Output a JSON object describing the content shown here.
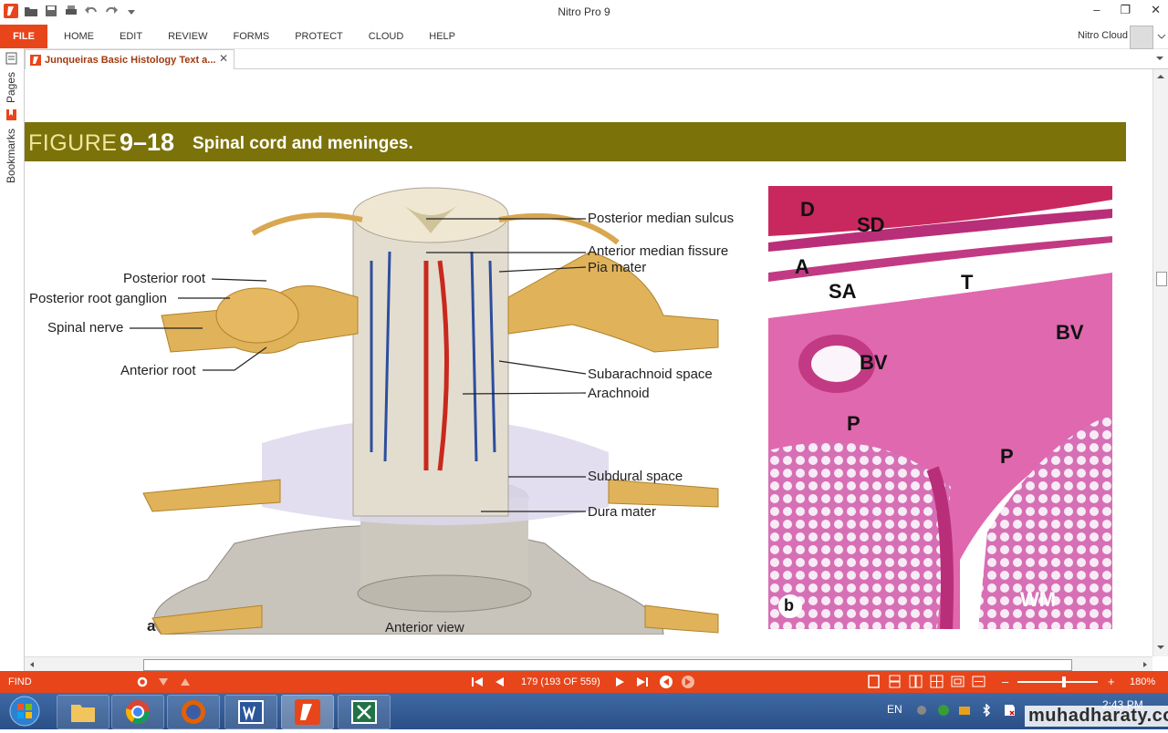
{
  "app": {
    "title": "Nitro Pro 9"
  },
  "ribbon": {
    "file": "FILE",
    "menu": [
      "HOME",
      "EDIT",
      "REVIEW",
      "FORMS",
      "PROTECT",
      "CLOUD",
      "HELP"
    ],
    "user": "Nitro Cloud"
  },
  "tab": {
    "title": "Junqueiras Basic Histology Text a...",
    "close": "✕"
  },
  "side": {
    "pages": "Pages",
    "bookmarks": "Bookmarks"
  },
  "figure": {
    "label": "FIGURE",
    "number": "9–18",
    "caption": "Spinal cord and meninges.",
    "panel_a": {
      "letter": "a",
      "view": "Anterior view",
      "labels": {
        "posterior_median_sulcus": "Posterior median sulcus",
        "anterior_median_fissure": "Anterior median fissure",
        "pia_mater": "Pia mater",
        "subarachnoid_space": "Subarachnoid space",
        "arachnoid": "Arachnoid",
        "subdural_space": "Subdural space",
        "dura_mater": "Dura mater",
        "posterior_root": "Posterior root",
        "posterior_root_ganglion": "Posterior root ganglion",
        "spinal_nerve": "Spinal nerve",
        "anterior_root": "Anterior root"
      }
    },
    "panel_b": {
      "letter": "b",
      "labels": {
        "d": "D",
        "sd": "SD",
        "a": "A",
        "sa": "SA",
        "t": "T",
        "bv1": "BV",
        "bv2": "BV",
        "p1": "P",
        "p2": "P",
        "wm": "WM"
      }
    }
  },
  "status": {
    "find": "FIND",
    "page": "179 (193 OF 559)",
    "zoom": "180%"
  },
  "tray": {
    "lang": "EN",
    "time": "2:43 PM"
  },
  "watermark": "muhadharaty.com",
  "colors": {
    "accent": "#e8451b",
    "figure_bar": "#7b720a"
  }
}
